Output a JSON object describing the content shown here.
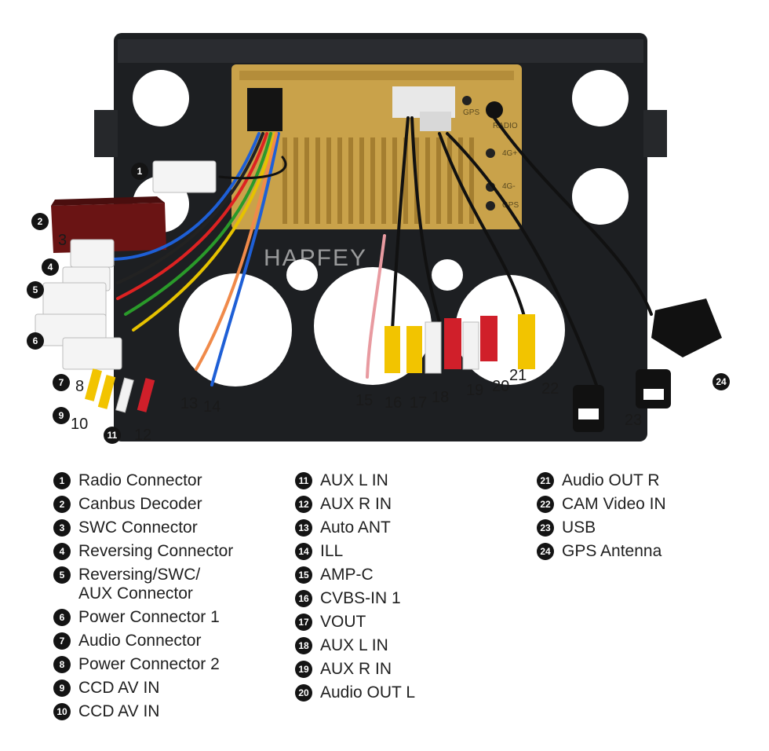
{
  "watermark": "HAPFEY",
  "unit_labels": {
    "gps": "GPS",
    "radio": "RADIO",
    "port_4g": "4G+",
    "port_4g_minus": "4G-",
    "gps_low": "GPS"
  },
  "callouts": [
    "1",
    "2",
    "3",
    "4",
    "5",
    "6",
    "7",
    "8",
    "9",
    "10",
    "11",
    "12",
    "13",
    "14",
    "15",
    "16",
    "17",
    "18",
    "19",
    "20",
    "21",
    "22",
    "23",
    "24"
  ],
  "legend": {
    "col1": [
      {
        "num": "1",
        "label": "Radio Connector",
        "rows": 1
      },
      {
        "num": "2",
        "label": "Canbus Decoder",
        "rows": 1
      },
      {
        "num": "3",
        "label": "SWC Connector",
        "rows": 1
      },
      {
        "num": "4",
        "label": "Reversing Connector",
        "rows": 1
      },
      {
        "num": "5",
        "label": "Reversing/SWC/\nAUX Connector",
        "rows": 2
      },
      {
        "num": "6",
        "label": "Power Connector 1",
        "rows": 1
      },
      {
        "num": "7",
        "label": "Audio Connector",
        "rows": 1
      },
      {
        "num": "8",
        "label": "Power Connector 2",
        "rows": 1
      },
      {
        "num": "9",
        "label": "CCD AV IN",
        "rows": 1
      },
      {
        "num": "10",
        "label": "CCD AV IN",
        "rows": 1
      }
    ],
    "col2": [
      {
        "num": "11",
        "label": "AUX L IN"
      },
      {
        "num": "12",
        "label": "AUX R IN"
      },
      {
        "num": "13",
        "label": "Auto ANT"
      },
      {
        "num": "14",
        "label": "ILL"
      },
      {
        "num": "15",
        "label": "AMP-C"
      },
      {
        "num": "16",
        "label": "CVBS-IN 1"
      },
      {
        "num": "17",
        "label": "VOUT"
      },
      {
        "num": "18",
        "label": "AUX L IN"
      },
      {
        "num": "19",
        "label": "AUX R IN"
      },
      {
        "num": "20",
        "label": "Audio OUT L"
      }
    ],
    "col3": [
      {
        "num": "21",
        "label": "Audio OUT R"
      },
      {
        "num": "22",
        "label": "CAM Video IN"
      },
      {
        "num": "23",
        "label": "USB"
      },
      {
        "num": "24",
        "label": "GPS Antenna"
      }
    ]
  },
  "colors": {
    "frame": "#1d1f22",
    "unit_gold": "#c9a24a",
    "rca_yellow": "#f2c400",
    "rca_white": "#f2f2f2",
    "rca_red": "#d01f2a",
    "badge": "#141414"
  }
}
